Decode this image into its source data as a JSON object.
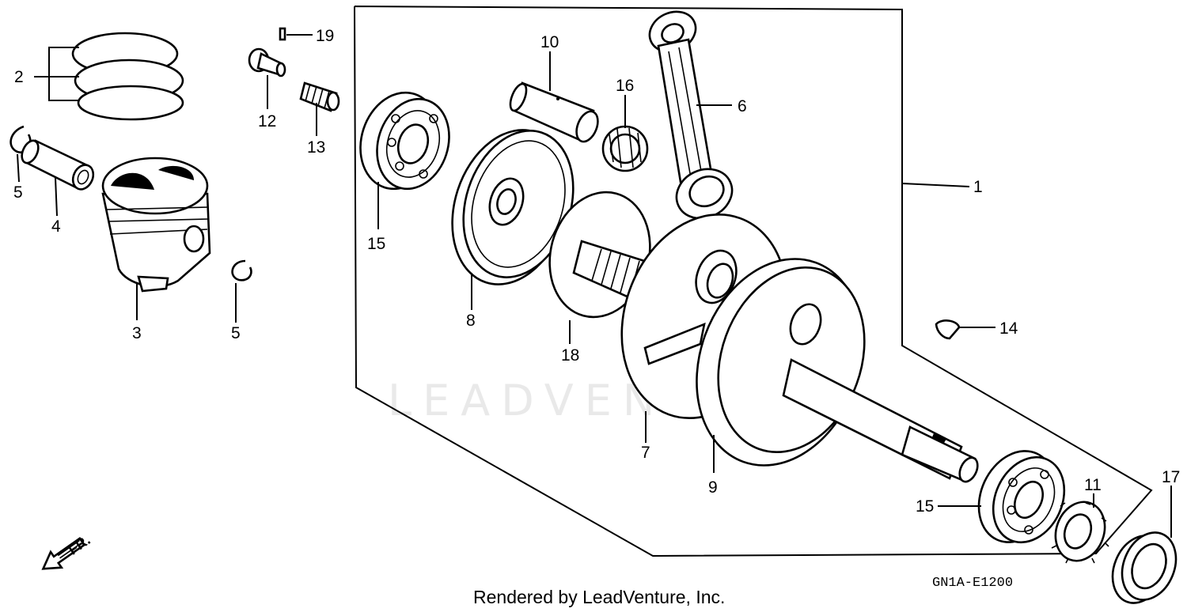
{
  "diagram": {
    "watermark": "LEADVENTURE",
    "diagram_code": "GN1A-E1200",
    "credit": "Rendered by LeadVenture, Inc.",
    "direction_label": "FR.",
    "callouts": [
      {
        "id": "c1",
        "label": "1"
      },
      {
        "id": "c2",
        "label": "2"
      },
      {
        "id": "c3",
        "label": "3"
      },
      {
        "id": "c4",
        "label": "4"
      },
      {
        "id": "c5a",
        "label": "5"
      },
      {
        "id": "c5b",
        "label": "5"
      },
      {
        "id": "c6",
        "label": "6"
      },
      {
        "id": "c7",
        "label": "7"
      },
      {
        "id": "c8",
        "label": "8"
      },
      {
        "id": "c9",
        "label": "9"
      },
      {
        "id": "c10",
        "label": "10"
      },
      {
        "id": "c11",
        "label": "11"
      },
      {
        "id": "c12",
        "label": "12"
      },
      {
        "id": "c13",
        "label": "13"
      },
      {
        "id": "c14",
        "label": "14"
      },
      {
        "id": "c15a",
        "label": "15"
      },
      {
        "id": "c15b",
        "label": "15"
      },
      {
        "id": "c16",
        "label": "16"
      },
      {
        "id": "c17",
        "label": "17"
      },
      {
        "id": "c18",
        "label": "18"
      },
      {
        "id": "c19",
        "label": "19"
      }
    ]
  }
}
